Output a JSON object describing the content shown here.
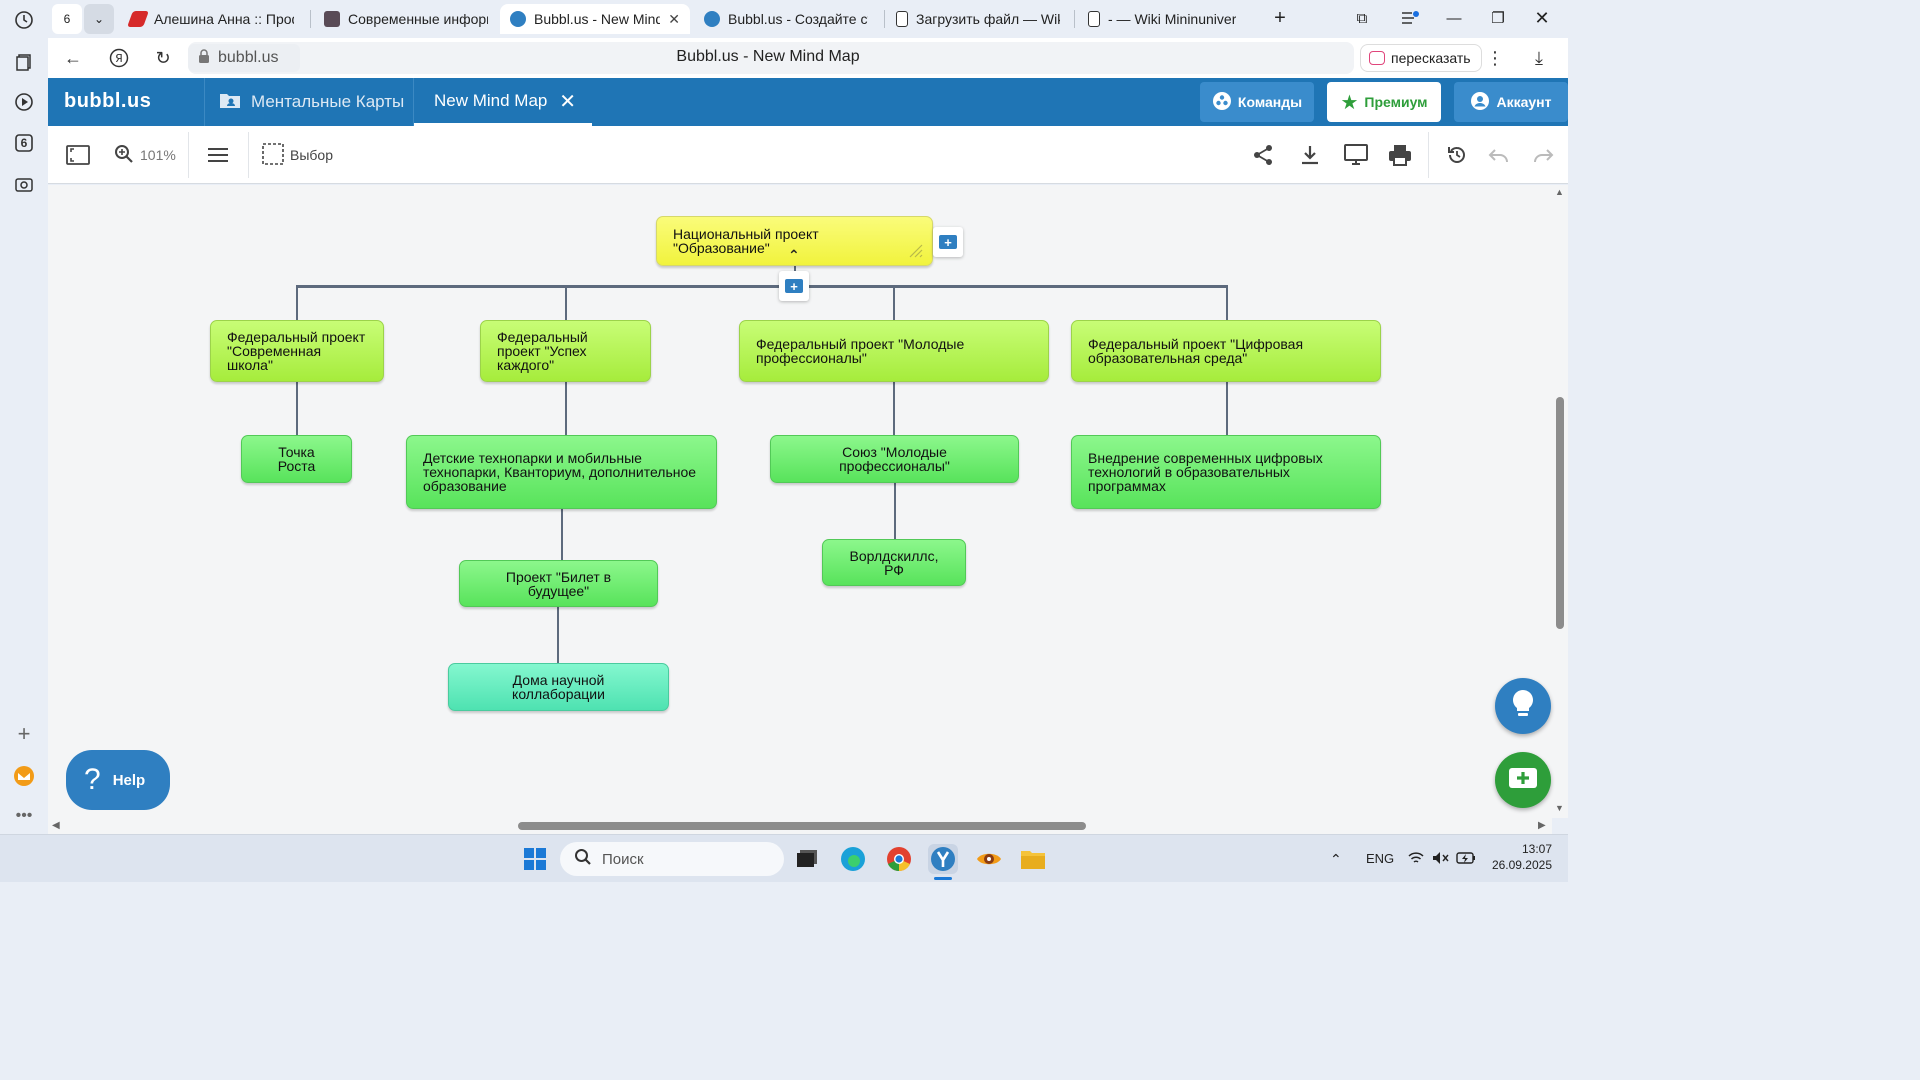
{
  "browser": {
    "tab_count": "6",
    "tabs": [
      {
        "label": "Алешина Анна :: Профи"
      },
      {
        "label": "Современные информа"
      },
      {
        "label": "Bubbl.us - New Mind"
      },
      {
        "label": "Bubbl.us - Создайте стр"
      },
      {
        "label": "Загрузить файл — Wiki"
      },
      {
        "label": "- — Wiki Mininuniver"
      }
    ],
    "url": "bubbl.us",
    "page_title": "Bubbl.us - New Mind Map",
    "retell_label": "пересказать"
  },
  "app": {
    "logo": "bubbl.us",
    "maps_tab_label": "Ментальные Карты",
    "doc_tab_label": "New Mind Map",
    "teams_label": "Команды",
    "premium_label": "Премиум",
    "account_label": "Аккаунт",
    "colors": {
      "header": "#1f75b5",
      "accent_green": "#2e9e3a",
      "accent_blue": "#2f7fc1"
    }
  },
  "toolbar": {
    "zoom": "101%",
    "select_label": "Выбор"
  },
  "mindmap": {
    "root": "Национальный проект \"Образование\"",
    "nodes": {
      "fp1": "Федеральный проект \"Современная школа\"",
      "fp2": "Федеральный проект \"Успех каждого\"",
      "fp3": "Федеральный проект \"Молодые профессионалы\"",
      "fp4": "Федеральный проект \"Цифровая образовательная среда\"",
      "c1": "Точка Роста",
      "c2": "Детские технопарки и мобильные технопарки, Кванториум, дополнительное образование",
      "c3": "Союз \"Молодые профессионалы\"",
      "c4": "Внедрение современных цифровых технологий в образовательных программах",
      "c2a": "Проект \"Билет в будущее\"",
      "c3a": "Ворлдскиллс, РФ",
      "c2b": "Дома научной коллаборации"
    }
  },
  "help_label": "Help",
  "taskbar": {
    "search_placeholder": "Поиск",
    "lang": "ENG",
    "time": "13:07",
    "date": "26.09.2025"
  }
}
